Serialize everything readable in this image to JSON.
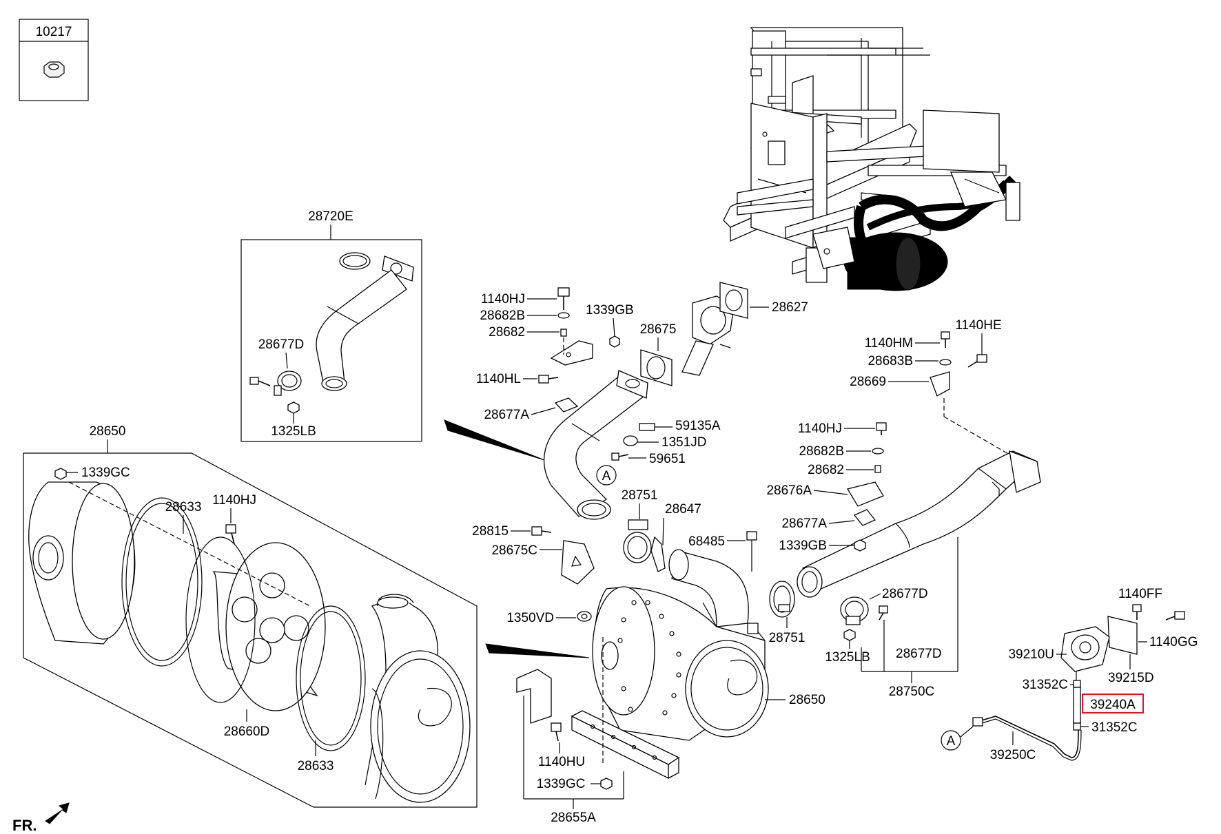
{
  "inset": {
    "code": "10217"
  },
  "callout_letter": "A",
  "front_marker": "FR.",
  "highlight_color": "#e0141e",
  "labels": {
    "l28720E": "28720E",
    "l28677D_inset": "28677D",
    "l1325LB_inset": "1325LB",
    "l28650_group": "28650",
    "l1339GC_top": "1339GC",
    "l28633_top": "28633",
    "l1140HJ_left": "1140HJ",
    "l28660D": "28660D",
    "l28633_bot": "28633",
    "l1140HJ_top": "1140HJ",
    "l28682B_top": "28682B",
    "l28682_top": "28682",
    "l1339GB_top": "1339GB",
    "l28675": "28675",
    "l28627": "28627",
    "l1140HL": "1140HL",
    "l28677A_top": "28677A",
    "l59135A": "59135A",
    "l1351JD": "1351JD",
    "l59651": "59651",
    "l28751_top": "28751",
    "l28647": "28647",
    "l28815": "28815",
    "l28675C": "28675C",
    "l68485": "68485",
    "l1350VD": "1350VD",
    "l28751_bot": "28751",
    "l28650_main": "28650",
    "l1140HU": "1140HU",
    "l1339GC_bot": "1339GC",
    "l28655A": "28655A",
    "l1140HM": "1140HM",
    "l1140HE": "1140HE",
    "l28683B": "28683B",
    "l28669": "28669",
    "l1140HJ_mid": "1140HJ",
    "l28682B_mid": "28682B",
    "l28682_mid": "28682",
    "l28676A": "28676A",
    "l28677A_mid": "28677A",
    "l1339GB_mid": "1339GB",
    "l28677D_mid": "28677D",
    "l1325LB_mid": "1325LB",
    "l28677D_right": "28677D",
    "l28750C": "28750C",
    "l1140FF": "1140FF",
    "l1140GG": "1140GG",
    "l39210U": "39210U",
    "l39215D": "39215D",
    "l31352C_top": "31352C",
    "l39240A": "39240A",
    "l31352C_bot": "31352C",
    "l39250C": "39250C"
  }
}
